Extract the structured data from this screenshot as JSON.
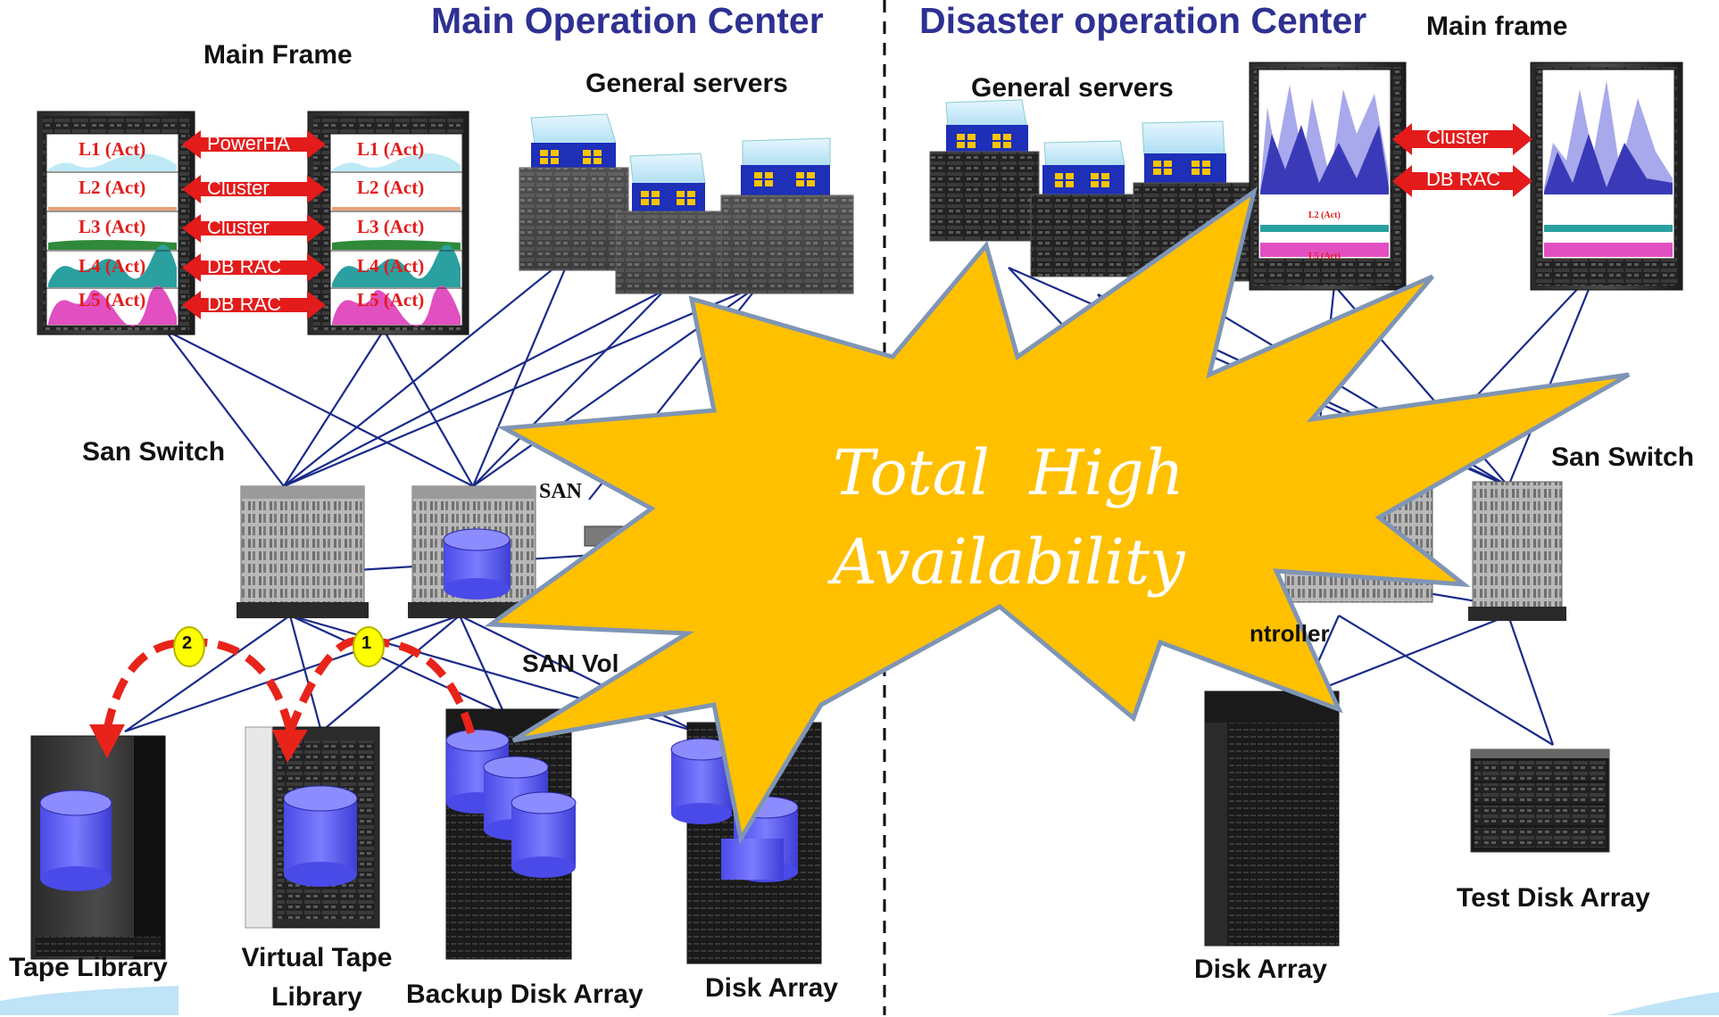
{
  "headers": {
    "main_center": "Main Operation Center",
    "disaster_center": "Disaster operation Center"
  },
  "labels": {
    "main_frame_left": "Main Frame",
    "general_servers_left": "General servers",
    "general_servers_right": "General servers",
    "main_frame_right": "Main frame",
    "san_switch_left": "San Switch",
    "san_switch_right": "San Switch",
    "san_partial": "SAN",
    "san_volume_partial": "SAN Vol",
    "controller_partial": "ntroller",
    "tape_library": "Tape Library",
    "virtual_tape_library_line1": "Virtual Tape",
    "virtual_tape_library_line2": "Library",
    "backup_disk_array": "Backup Disk Array",
    "disk_array_left": "Disk Array",
    "disk_array_right": "Disk Array",
    "test_disk_array": "Test Disk Array"
  },
  "mainframe_left": {
    "lpars": [
      "L1 (Act)",
      "L2 (Act)",
      "L3 (Act)",
      "L4 (Act)",
      "L5 (Act)"
    ],
    "links": [
      "PowerHA",
      "Cluster",
      "Cluster",
      "DB RAC",
      "DB RAC"
    ]
  },
  "mainframe_right": {
    "links": [
      "Cluster",
      "DB RAC"
    ],
    "lpars_small": [
      "L2 (Act)",
      "L5 (Act)"
    ]
  },
  "steps": [
    "1",
    "2"
  ],
  "burst": {
    "line1": "Total  High",
    "line2": "Availability"
  },
  "colors": {
    "header": "#2e3192",
    "link_line": "#1a2a8a",
    "burst_fill": "#ffc000",
    "burst_stroke": "#7f95b5",
    "arrow_red": "#e31b1b",
    "disk_blue": "#5b5bf0",
    "step_badge": "#ffff00",
    "dashed_arrow": "#e8231a"
  }
}
